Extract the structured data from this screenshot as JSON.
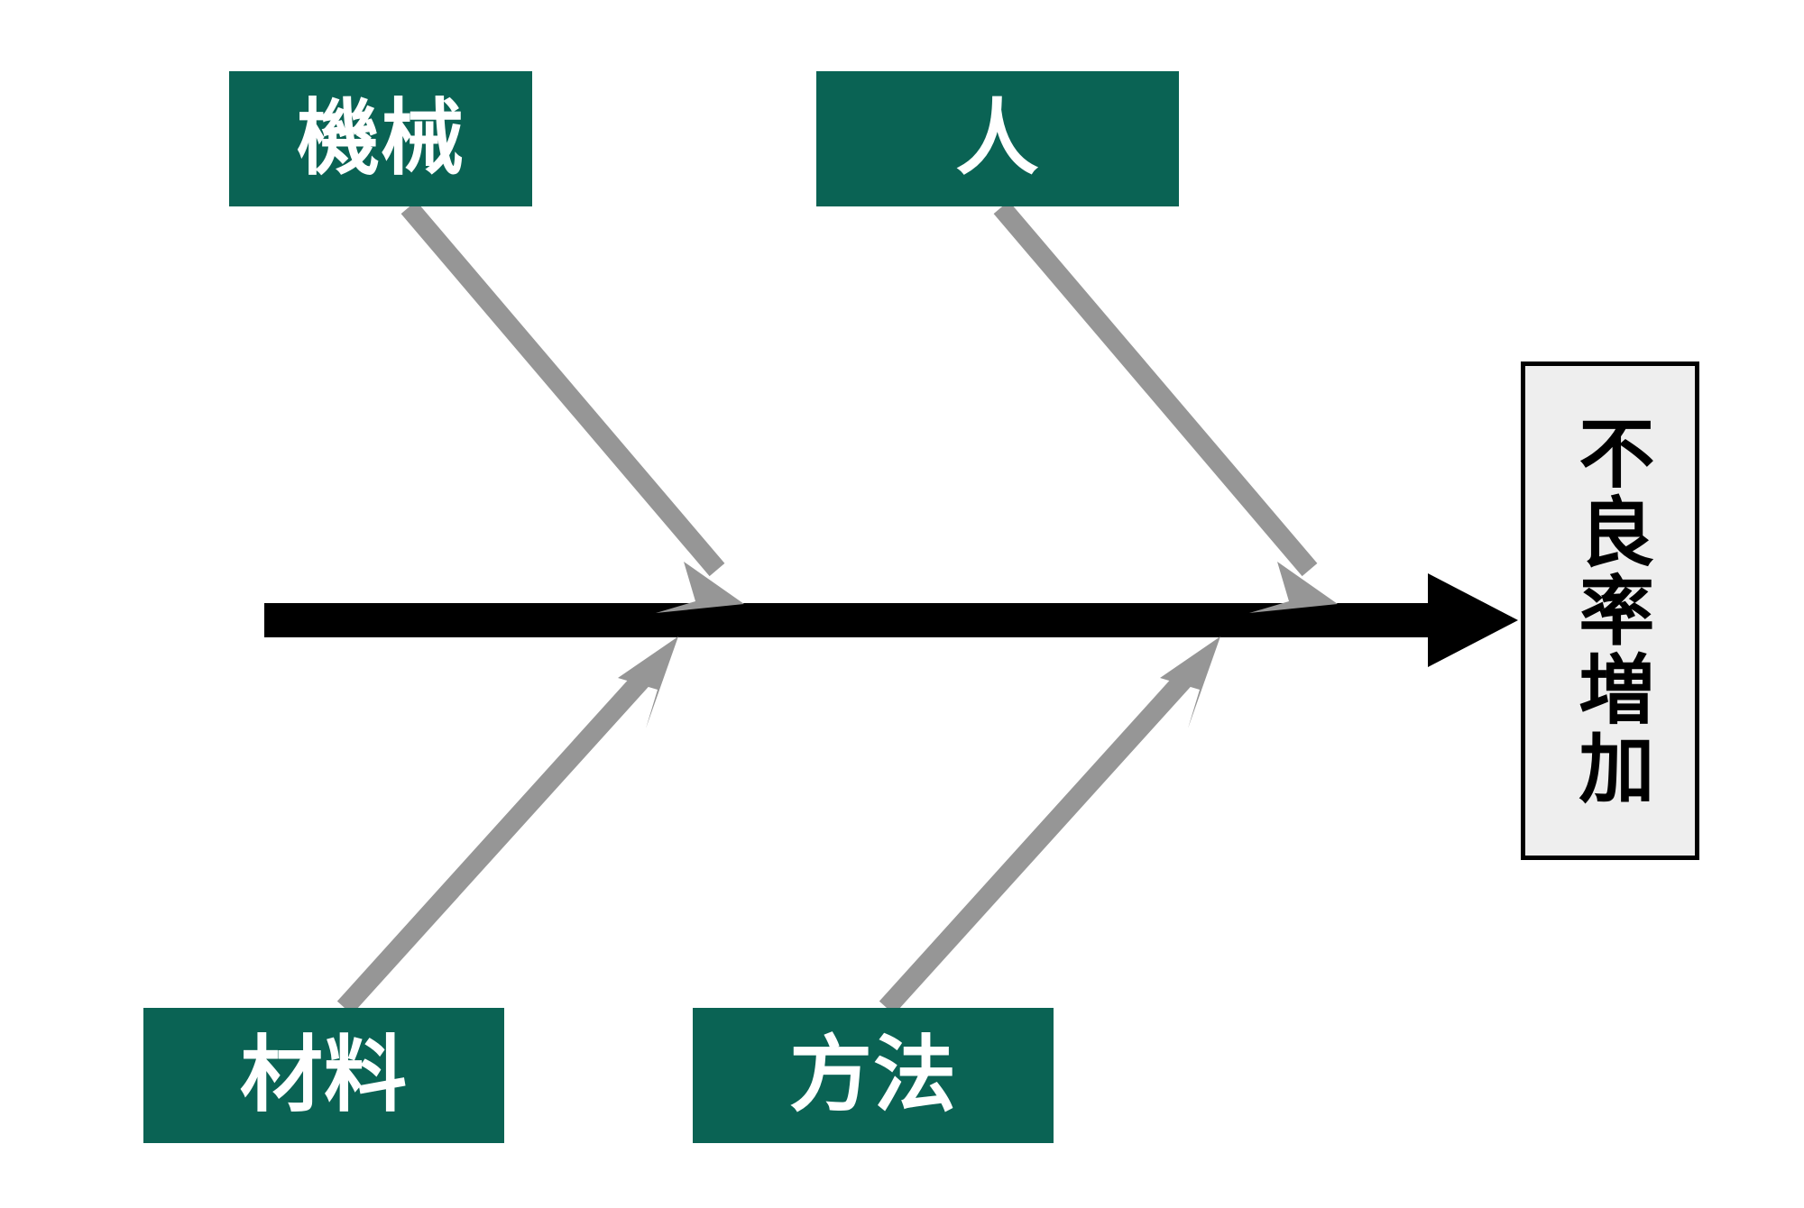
{
  "diagram": {
    "type": "fishbone-ishikawa",
    "title_text": "",
    "colors": {
      "cause_box_fill": "#0a6354",
      "cause_box_text": "#ffffff",
      "branch_arrow": "#969696",
      "spine_arrow": "#000000",
      "effect_box_fill": "#eeeeee",
      "effect_box_border": "#000000",
      "effect_box_text": "#000000",
      "background": "#ffffff"
    },
    "effect": {
      "label": "不良率増加",
      "orientation": "vertical"
    },
    "causes": [
      {
        "id": "machine",
        "label": "機械",
        "position": "top-left"
      },
      {
        "id": "person",
        "label": "人",
        "position": "top-right"
      },
      {
        "id": "material",
        "label": "材料",
        "position": "bottom-left"
      },
      {
        "id": "method",
        "label": "方法",
        "position": "bottom-right"
      }
    ]
  }
}
